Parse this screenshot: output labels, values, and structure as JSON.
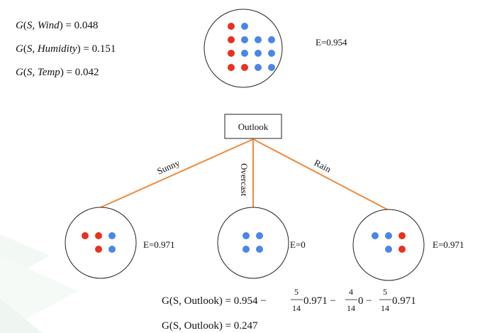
{
  "gains": {
    "wind": {
      "func": "G",
      "args": "S, Wind",
      "value": "0.048"
    },
    "humidity": {
      "func": "G",
      "args": "S, Humidity",
      "value": "0.151"
    },
    "temp": {
      "func": "G",
      "args": "S, Temp",
      "value": "0.042"
    }
  },
  "root": {
    "entropy_label": "E=0.954",
    "dots": [
      "red",
      "blue",
      null,
      null,
      "red",
      "blue",
      "blue",
      "blue",
      "red",
      "blue",
      "blue",
      "blue",
      "red",
      "red",
      "blue",
      "blue"
    ]
  },
  "split_node": {
    "label": "Outlook"
  },
  "branches": [
    {
      "label": "Sunny",
      "entropy_label": "E=0.971",
      "dots": [
        "red",
        "red",
        "blue",
        "red",
        "blue"
      ]
    },
    {
      "label": "Overcast",
      "entropy_label": "E=0",
      "dots": [
        "blue",
        "blue",
        "blue",
        "blue"
      ]
    },
    {
      "label": "Rain",
      "entropy_label": "E=0.971",
      "dots": [
        "blue",
        "blue",
        "red",
        "blue",
        "red"
      ]
    }
  ],
  "formula": {
    "lhs": "G(S, Outlook) = 0.954 −",
    "f1_num": "5",
    "f1_den": "14",
    "t1": "0.971 −",
    "f2_num": "4",
    "f2_den": "14",
    "t2": "0 −",
    "f3_num": "5",
    "f3_den": "14",
    "t3": "0.971",
    "result": "G(S, Outlook) = 0.247"
  },
  "colors": {
    "red": "#e8311f",
    "blue": "#4a86e8",
    "edge": "#f08a3c",
    "stroke": "#222222"
  }
}
